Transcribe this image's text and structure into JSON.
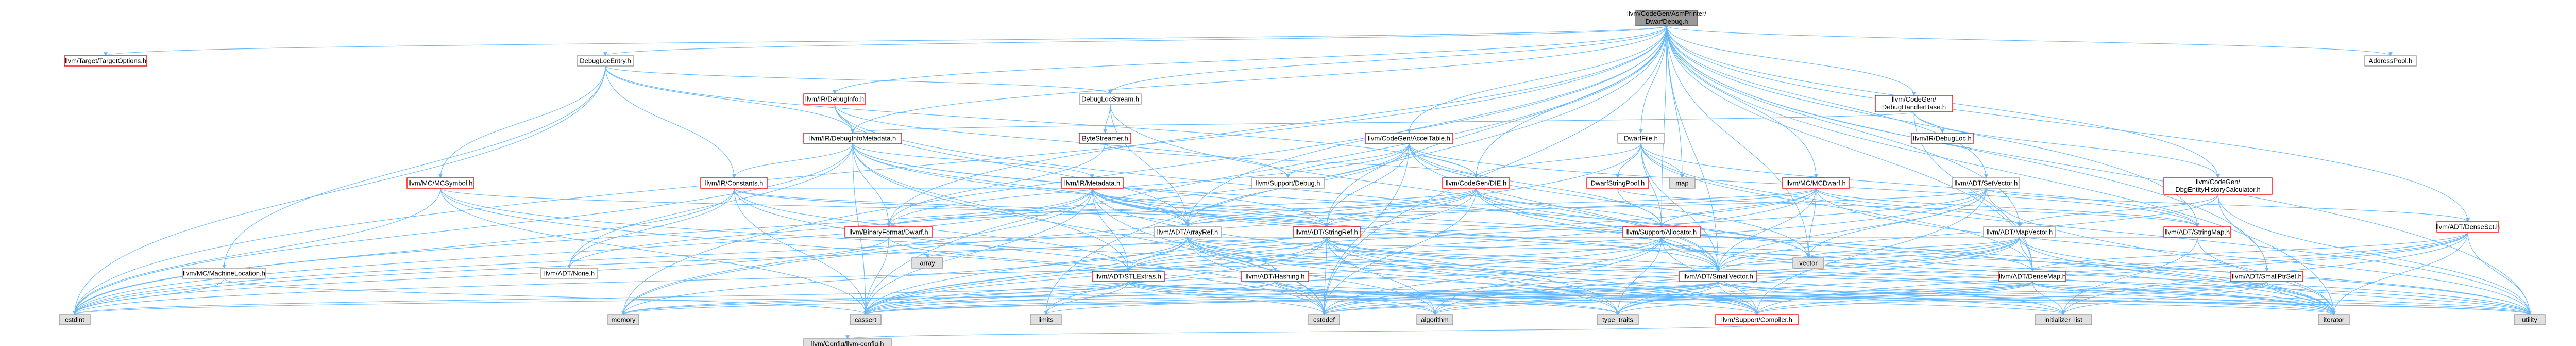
{
  "diagram": {
    "colors": {
      "edge": "#63b8ff",
      "root_fill": "#999999",
      "root_border": "#666666",
      "red_border": "#ff0000",
      "gray_border": "#999999",
      "node_fill": "#ffffff",
      "system_fill": "#e0e0e0"
    },
    "nodes": [
      {
        "id": "root",
        "label": "llvm/CodeGen/AsmPrinter/DwarfDebug.h",
        "kind": "root"
      },
      {
        "id": "targetopts",
        "label": "llvm/Target/TargetOptions.h",
        "kind": "red"
      },
      {
        "id": "debugloc_entry",
        "label": "DebugLocEntry.h",
        "kind": "gray"
      },
      {
        "id": "debuginfo",
        "label": "llvm/IR/DebugInfo.h",
        "kind": "red"
      },
      {
        "id": "debuginfometa",
        "label": "llvm/IR/DebugInfoMetadata.h",
        "kind": "red"
      },
      {
        "id": "debugloc_stream",
        "label": "DebugLocStream.h",
        "kind": "gray"
      },
      {
        "id": "bytestreamer",
        "label": "ByteStreamer.h",
        "kind": "red"
      },
      {
        "id": "accel",
        "label": "llvm/CodeGen/AccelTable.h",
        "kind": "red"
      },
      {
        "id": "dwarffile",
        "label": "DwarfFile.h",
        "kind": "gray"
      },
      {
        "id": "dbghandler",
        "label": "llvm/CodeGen/DebugHandlerBase.h",
        "kind": "red"
      },
      {
        "id": "irdebugloc",
        "label": "llvm/IR/DebugLoc.h",
        "kind": "red"
      },
      {
        "id": "addresspool",
        "label": "AddressPool.h",
        "kind": "gray"
      },
      {
        "id": "mcsymbol",
        "label": "llvm/MC/MCSymbol.h",
        "kind": "red"
      },
      {
        "id": "constants",
        "label": "llvm/IR/Constants.h",
        "kind": "red"
      },
      {
        "id": "metadata",
        "label": "llvm/IR/Metadata.h",
        "kind": "red"
      },
      {
        "id": "supportdebug",
        "label": "llvm/Support/Debug.h",
        "kind": "gray"
      },
      {
        "id": "cgdie",
        "label": "llvm/CodeGen/DIE.h",
        "kind": "red"
      },
      {
        "id": "dwarfstrpool",
        "label": "DwarfStringPool.h",
        "kind": "red"
      },
      {
        "id": "map",
        "label": "map",
        "kind": "system"
      },
      {
        "id": "mcdwarf",
        "label": "llvm/MC/MCDwarf.h",
        "kind": "red"
      },
      {
        "id": "setvector",
        "label": "llvm/ADT/SetVector.h",
        "kind": "gray"
      },
      {
        "id": "dbghistory",
        "label": "llvm/CodeGen/DbgEntityHistoryCalculator.h",
        "kind": "red"
      },
      {
        "id": "densset",
        "label": "llvm/ADT/DenseSet.h",
        "kind": "red"
      },
      {
        "id": "mcmachloc",
        "label": "llvm/MC/MachineLocation.h",
        "kind": "gray"
      },
      {
        "id": "adtnone",
        "label": "llvm/ADT/None.h",
        "kind": "gray"
      },
      {
        "id": "binfmt",
        "label": "llvm/BinaryFormat/Dwarf.h",
        "kind": "red"
      },
      {
        "id": "arrayref",
        "label": "llvm/ADT/ArrayRef.h",
        "kind": "gray"
      },
      {
        "id": "stringref",
        "label": "llvm/ADT/StringRef.h",
        "kind": "red"
      },
      {
        "id": "allocator",
        "label": "llvm/Support/Allocator.h",
        "kind": "red"
      },
      {
        "id": "vector",
        "label": "vector",
        "kind": "system"
      },
      {
        "id": "mapvector",
        "label": "llvm/ADT/MapVector.h",
        "kind": "gray"
      },
      {
        "id": "stringmap",
        "label": "llvm/ADT/StringMap.h",
        "kind": "red"
      },
      {
        "id": "array",
        "label": "array",
        "kind": "system"
      },
      {
        "id": "stlextras",
        "label": "llvm/ADT/STLExtras.h",
        "kind": "red"
      },
      {
        "id": "hashing",
        "label": "llvm/ADT/Hashing.h",
        "kind": "red"
      },
      {
        "id": "smallvector",
        "label": "llvm/ADT/SmallVector.h",
        "kind": "red"
      },
      {
        "id": "densemap",
        "label": "llvm/ADT/DenseMap.h",
        "kind": "red"
      },
      {
        "id": "smallptrset",
        "label": "llvm/ADT/SmallPtrSet.h",
        "kind": "red"
      },
      {
        "id": "cstdint",
        "label": "cstdint",
        "kind": "system"
      },
      {
        "id": "memory",
        "label": "memory",
        "kind": "system"
      },
      {
        "id": "cassert",
        "label": "cassert",
        "kind": "system"
      },
      {
        "id": "limits",
        "label": "limits",
        "kind": "system"
      },
      {
        "id": "cstddef",
        "label": "cstddef",
        "kind": "system"
      },
      {
        "id": "algorithm",
        "label": "algorithm",
        "kind": "system"
      },
      {
        "id": "typetraits",
        "label": "type_traits",
        "kind": "system"
      },
      {
        "id": "compiler",
        "label": "llvm/Support/Compiler.h",
        "kind": "red"
      },
      {
        "id": "initlist",
        "label": "initializer_list",
        "kind": "system"
      },
      {
        "id": "iterator",
        "label": "iterator",
        "kind": "system"
      },
      {
        "id": "utility",
        "label": "utility",
        "kind": "system"
      },
      {
        "id": "config",
        "label": "llvm/Config/llvm-config.h",
        "kind": "system"
      }
    ],
    "edges": [
      [
        "root",
        "targetopts"
      ],
      [
        "root",
        "debugloc_entry"
      ],
      [
        "root",
        "debuginfo"
      ],
      [
        "root",
        "debuginfometa"
      ],
      [
        "root",
        "debugloc_stream"
      ],
      [
        "root",
        "accel"
      ],
      [
        "root",
        "dwarffile"
      ],
      [
        "root",
        "dbghandler"
      ],
      [
        "root",
        "addresspool"
      ],
      [
        "root",
        "mcdwarf"
      ],
      [
        "root",
        "setvector"
      ],
      [
        "root",
        "dbghistory"
      ],
      [
        "root",
        "densset"
      ],
      [
        "root",
        "mapvector"
      ],
      [
        "root",
        "stringmap"
      ],
      [
        "root",
        "smallptrset"
      ],
      [
        "root",
        "smallvector"
      ],
      [
        "root",
        "stringref"
      ],
      [
        "root",
        "arrayref"
      ],
      [
        "root",
        "allocator"
      ],
      [
        "root",
        "binfmt"
      ],
      [
        "root",
        "cgdie"
      ],
      [
        "root",
        "cstdint"
      ],
      [
        "root",
        "limits"
      ],
      [
        "root",
        "memory"
      ],
      [
        "root",
        "utility"
      ],
      [
        "root",
        "iterator"
      ],
      [
        "root",
        "cassert"
      ],
      [
        "root",
        "cstddef"
      ],
      [
        "root",
        "vector"
      ],
      [
        "root",
        "map"
      ],
      [
        "root",
        "densemap"
      ],
      [
        "debugloc_entry",
        "debuginfometa"
      ],
      [
        "debugloc_entry",
        "debugloc_stream"
      ],
      [
        "debugloc_entry",
        "mcsymbol"
      ],
      [
        "debugloc_entry",
        "constants"
      ],
      [
        "debugloc_entry",
        "mcmachloc"
      ],
      [
        "debugloc_entry",
        "cgdie"
      ],
      [
        "debugloc_entry",
        "cstdint"
      ],
      [
        "debuginfo",
        "debuginfometa"
      ],
      [
        "debuginfo",
        "supportdebug"
      ],
      [
        "debuginfo",
        "arrayref"
      ],
      [
        "debuginfo",
        "smallvector"
      ],
      [
        "debuginfometa",
        "metadata"
      ],
      [
        "debuginfometa",
        "constants"
      ],
      [
        "debuginfometa",
        "binfmt"
      ],
      [
        "debuginfometa",
        "arrayref"
      ],
      [
        "debuginfometa",
        "stringref"
      ],
      [
        "debuginfometa",
        "stlextras"
      ],
      [
        "debuginfometa",
        "adtnone"
      ],
      [
        "debuginfometa",
        "cassert"
      ],
      [
        "debuginfometa",
        "cstdint"
      ],
      [
        "debuginfometa",
        "iterator"
      ],
      [
        "debuginfometa",
        "vector"
      ],
      [
        "debuginfometa",
        "cstddef"
      ],
      [
        "debugloc_stream",
        "bytestreamer"
      ],
      [
        "debugloc_stream",
        "arrayref"
      ],
      [
        "debugloc_stream",
        "smallvector"
      ],
      [
        "bytestreamer",
        "cgdie"
      ],
      [
        "bytestreamer",
        "binfmt"
      ],
      [
        "accel",
        "cgdie"
      ],
      [
        "accel",
        "stringref"
      ],
      [
        "accel",
        "allocator"
      ],
      [
        "accel",
        "supportdebug"
      ],
      [
        "accel",
        "binfmt"
      ],
      [
        "accel",
        "stringmap"
      ],
      [
        "accel",
        "arrayref"
      ],
      [
        "accel",
        "smallvector"
      ],
      [
        "accel",
        "vector"
      ],
      [
        "accel",
        "cstddef"
      ],
      [
        "accel",
        "cstdint"
      ],
      [
        "dwarffile",
        "dwarfstrpool"
      ],
      [
        "dwarffile",
        "map"
      ],
      [
        "dwarffile",
        "cgdie"
      ],
      [
        "dwarffile",
        "allocator"
      ],
      [
        "dwarffile",
        "densemap"
      ],
      [
        "dwarffile",
        "smallvector"
      ],
      [
        "dwarffile",
        "stringmap"
      ],
      [
        "dwarffile",
        "memory"
      ],
      [
        "dwarffile",
        "utility"
      ],
      [
        "dbghandler",
        "irdebugloc"
      ],
      [
        "dbghandler",
        "dbghistory"
      ],
      [
        "dbghandler",
        "debuginfometa"
      ],
      [
        "dbghandler",
        "densemap"
      ],
      [
        "mcsymbol",
        "stringref"
      ],
      [
        "mcsymbol",
        "compiler"
      ],
      [
        "mcsymbol",
        "cstddef"
      ],
      [
        "mcsymbol",
        "cstdint"
      ],
      [
        "mcsymbol",
        "cassert"
      ],
      [
        "constants",
        "metadata"
      ],
      [
        "constants",
        "arrayref"
      ],
      [
        "constants",
        "stringref"
      ],
      [
        "constants",
        "adtnone"
      ],
      [
        "constants",
        "stlextras"
      ],
      [
        "constants",
        "cassert"
      ],
      [
        "constants",
        "cstddef"
      ],
      [
        "constants",
        "cstdint"
      ],
      [
        "metadata",
        "arrayref"
      ],
      [
        "metadata",
        "densemap"
      ],
      [
        "metadata",
        "stringref"
      ],
      [
        "metadata",
        "stlextras"
      ],
      [
        "metadata",
        "smallvector"
      ],
      [
        "metadata",
        "adtnone"
      ],
      [
        "metadata",
        "cassert"
      ],
      [
        "metadata",
        "cstddef"
      ],
      [
        "metadata",
        "iterator"
      ],
      [
        "metadata",
        "memory"
      ],
      [
        "metadata",
        "typetraits"
      ],
      [
        "metadata",
        "utility"
      ],
      [
        "metadata",
        "cstdint"
      ],
      [
        "cgdie",
        "stringref"
      ],
      [
        "cgdie",
        "allocator"
      ],
      [
        "cgdie",
        "binfmt"
      ],
      [
        "cgdie",
        "smallvector"
      ],
      [
        "cgdie",
        "arrayref"
      ],
      [
        "cgdie",
        "cassert"
      ],
      [
        "cgdie",
        "cstddef"
      ],
      [
        "cgdie",
        "cstdint"
      ],
      [
        "cgdie",
        "iterator"
      ],
      [
        "cgdie",
        "vector"
      ],
      [
        "dwarfstrpool",
        "stringmap"
      ],
      [
        "dwarfstrpool",
        "allocator"
      ],
      [
        "mcdwarf",
        "mapvector"
      ],
      [
        "mcdwarf",
        "stringref"
      ],
      [
        "mcdwarf",
        "stringmap"
      ],
      [
        "mcdwarf",
        "smallvector"
      ],
      [
        "mcdwarf",
        "allocator"
      ],
      [
        "mcdwarf",
        "binfmt"
      ],
      [
        "mcdwarf",
        "vector"
      ],
      [
        "mcdwarf",
        "cassert"
      ],
      [
        "mcdwarf",
        "cstdint"
      ],
      [
        "mcdwarf",
        "utility"
      ],
      [
        "setvector",
        "arrayref"
      ],
      [
        "setvector",
        "densset"
      ],
      [
        "setvector",
        "stlextras"
      ],
      [
        "setvector",
        "smallvector"
      ],
      [
        "setvector",
        "compiler"
      ],
      [
        "setvector",
        "cassert"
      ],
      [
        "setvector",
        "iterator"
      ],
      [
        "setvector",
        "vector"
      ],
      [
        "dbghistory",
        "mapvector"
      ],
      [
        "dbghistory",
        "smallptrset"
      ],
      [
        "dbghistory",
        "smallvector"
      ],
      [
        "dbghistory",
        "utility"
      ],
      [
        "densset",
        "densemap"
      ],
      [
        "densset",
        "compiler"
      ],
      [
        "densset",
        "typetraits"
      ],
      [
        "densset",
        "utility"
      ],
      [
        "densset",
        "initlist"
      ],
      [
        "densset",
        "iterator"
      ],
      [
        "densset",
        "cstddef"
      ],
      [
        "mcmachloc",
        "cstdint"
      ],
      [
        "mcmachloc",
        "cassert"
      ],
      [
        "binfmt",
        "stringref"
      ],
      [
        "binfmt",
        "compiler"
      ],
      [
        "binfmt",
        "cassert"
      ],
      [
        "binfmt",
        "cstdint"
      ],
      [
        "arrayref",
        "hashing"
      ],
      [
        "arrayref",
        "none"
      ],
      [
        "arrayref",
        "smallvector"
      ],
      [
        "arrayref",
        "stlextras"
      ],
      [
        "arrayref",
        "compiler"
      ],
      [
        "arrayref",
        "algorithm"
      ],
      [
        "arrayref",
        "array"
      ],
      [
        "arrayref",
        "cassert"
      ],
      [
        "arrayref",
        "cstddef"
      ],
      [
        "arrayref",
        "initlist"
      ],
      [
        "arrayref",
        "iterator"
      ],
      [
        "arrayref",
        "memory"
      ],
      [
        "arrayref",
        "typetraits"
      ],
      [
        "arrayref",
        "vector"
      ],
      [
        "stringref",
        "stlextras"
      ],
      [
        "stringref",
        "compiler"
      ],
      [
        "stringref",
        "algorithm"
      ],
      [
        "stringref",
        "cassert"
      ],
      [
        "stringref",
        "cstddef"
      ],
      [
        "stringref",
        "limits"
      ],
      [
        "stringref",
        "typetraits"
      ],
      [
        "stringref",
        "utility"
      ],
      [
        "stringref",
        "iterator"
      ],
      [
        "allocator",
        "smallvector"
      ],
      [
        "allocator",
        "compiler"
      ],
      [
        "allocator",
        "algorithm"
      ],
      [
        "allocator",
        "cassert"
      ],
      [
        "allocator",
        "cstddef"
      ],
      [
        "allocator",
        "cstdint"
      ],
      [
        "allocator",
        "iterator"
      ],
      [
        "allocator",
        "typetraits"
      ],
      [
        "allocator",
        "utility"
      ],
      [
        "mapvector",
        "densemap"
      ],
      [
        "mapvector",
        "smallvector"
      ],
      [
        "mapvector",
        "algorithm"
      ],
      [
        "mapvector",
        "cassert"
      ],
      [
        "mapvector",
        "cstddef"
      ],
      [
        "mapvector",
        "iterator"
      ],
      [
        "mapvector",
        "typetraits"
      ],
      [
        "mapvector",
        "utility"
      ],
      [
        "mapvector",
        "vector"
      ],
      [
        "stringmap",
        "stringref"
      ],
      [
        "stringmap",
        "allocator"
      ],
      [
        "stringmap",
        "initlist"
      ],
      [
        "stringmap",
        "iterator"
      ],
      [
        "stlextras",
        "cassert"
      ],
      [
        "stlextras",
        "cstddef"
      ],
      [
        "stlextras",
        "cstdint"
      ],
      [
        "stlextras",
        "limits"
      ],
      [
        "stlextras",
        "memory"
      ],
      [
        "stlextras",
        "typetraits"
      ],
      [
        "stlextras",
        "utility"
      ],
      [
        "stlextras",
        "algorithm"
      ],
      [
        "stlextras",
        "iterator"
      ],
      [
        "stlextras",
        "initlist"
      ],
      [
        "hashing",
        "compiler"
      ],
      [
        "hashing",
        "algorithm"
      ],
      [
        "hashing",
        "cassert"
      ],
      [
        "hashing",
        "cstring"
      ],
      [
        "hashing",
        "typetraits"
      ],
      [
        "hashing",
        "utility"
      ],
      [
        "hashing",
        "memory"
      ],
      [
        "smallvector",
        "compiler"
      ],
      [
        "smallvector",
        "algorithm"
      ],
      [
        "smallvector",
        "cassert"
      ],
      [
        "smallvector",
        "cstddef"
      ],
      [
        "smallvector",
        "cstdint"
      ],
      [
        "smallvector",
        "initlist"
      ],
      [
        "smallvector",
        "iterator"
      ],
      [
        "smallvector",
        "limits"
      ],
      [
        "smallvector",
        "memory"
      ],
      [
        "smallvector",
        "typetraits"
      ],
      [
        "smallvector",
        "utility"
      ],
      [
        "smallvector",
        "cstdlib"
      ],
      [
        "densemap",
        "compiler"
      ],
      [
        "densemap",
        "algorithm"
      ],
      [
        "densemap",
        "cassert"
      ],
      [
        "densemap",
        "cstddef"
      ],
      [
        "densemap",
        "initlist"
      ],
      [
        "densemap",
        "iterator"
      ],
      [
        "densemap",
        "typetraits"
      ],
      [
        "densemap",
        "utility"
      ],
      [
        "smallptrset",
        "compiler"
      ],
      [
        "smallptrset",
        "cassert"
      ],
      [
        "smallptrset",
        "cstddef"
      ],
      [
        "smallptrset",
        "initlist"
      ],
      [
        "smallptrset",
        "iterator"
      ],
      [
        "smallptrset",
        "utility"
      ],
      [
        "smallptrset",
        "cstdlib"
      ],
      [
        "compiler",
        "config"
      ]
    ]
  }
}
